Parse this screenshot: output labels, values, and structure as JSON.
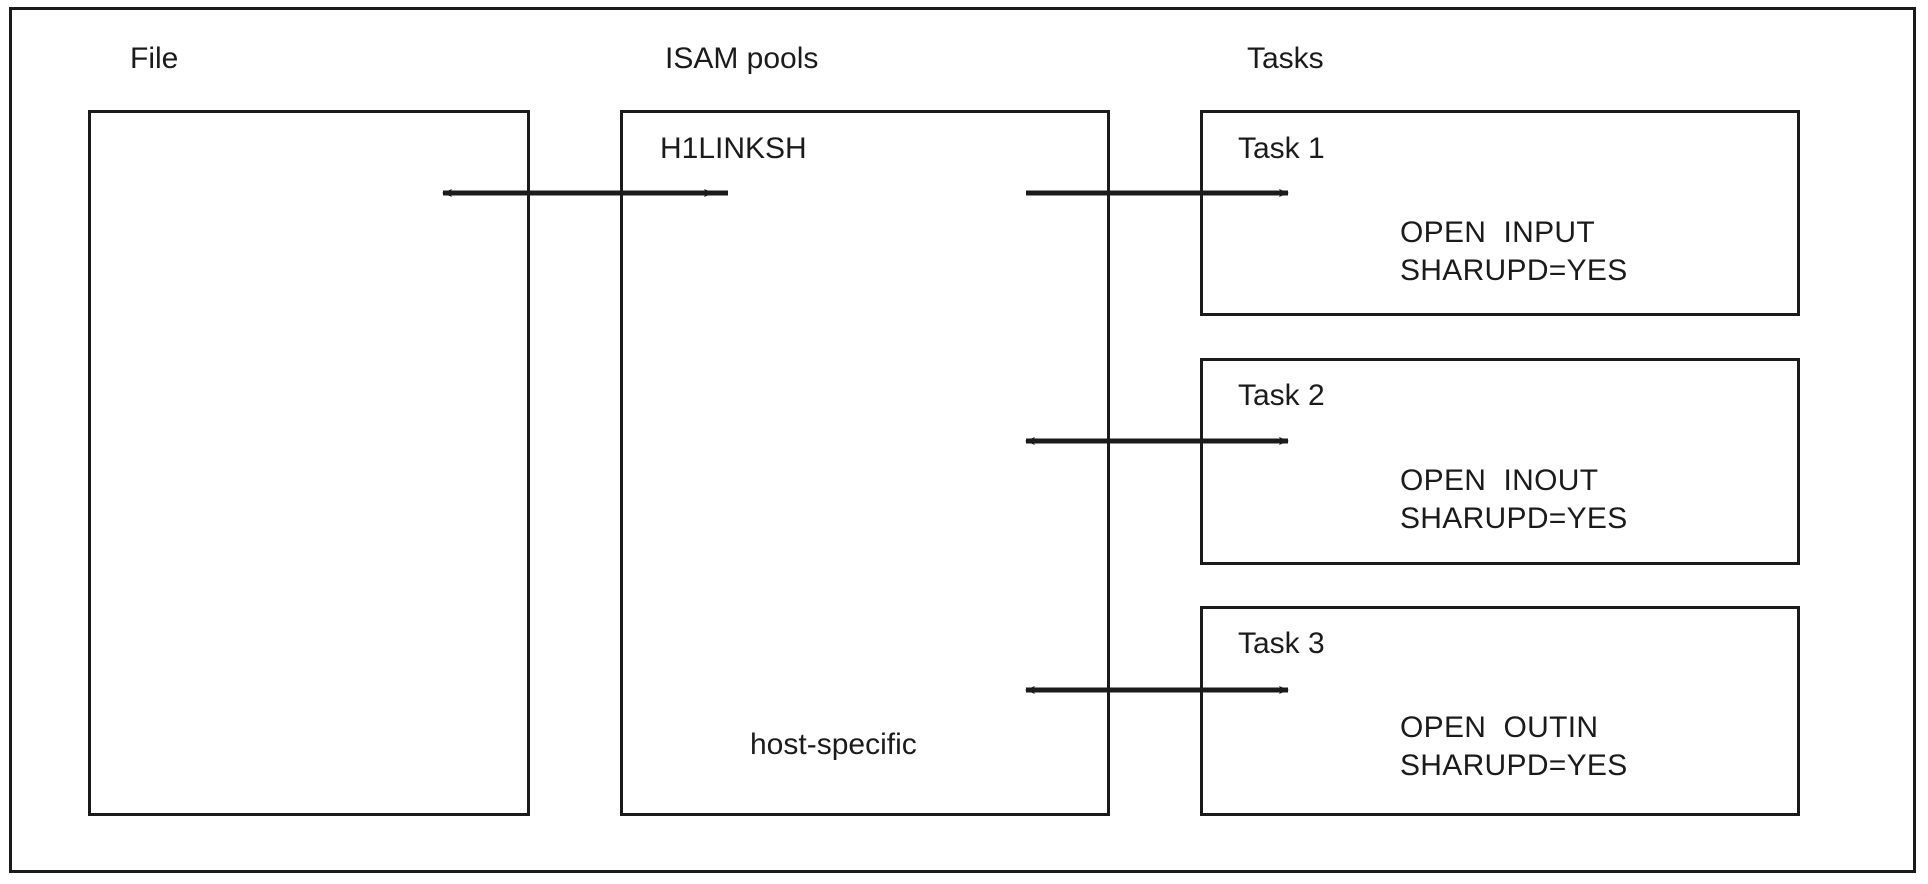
{
  "diagram": {
    "title_file": "File",
    "title_pools": "ISAM pools",
    "title_tasks": "Tasks",
    "pool_label_top": "H1LINKSH",
    "pool_label_bottom": "host-specific",
    "line_color": "#1b1b1b",
    "background": "#ffffff",
    "tasks": [
      {
        "name": "Task 1",
        "open_mode": "OPEN  INPUT",
        "sharupd": "SHARUPD=YES",
        "arrow": "single-right"
      },
      {
        "name": "Task 2",
        "open_mode": "OPEN  INOUT",
        "sharupd": "SHARUPD=YES",
        "arrow": "double"
      },
      {
        "name": "Task 3",
        "open_mode": "OPEN  OUTIN",
        "sharupd": "SHARUPD=YES",
        "arrow": "double"
      }
    ],
    "file_pool_arrow": "double"
  }
}
